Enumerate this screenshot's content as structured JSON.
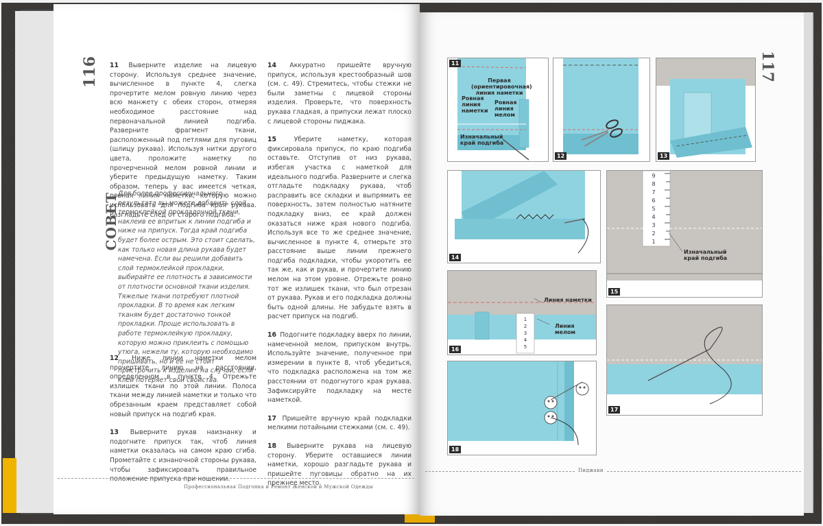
{
  "left_page": {
    "folio": "116",
    "paragraphs_col1": [
      {
        "num": "11",
        "text": "Выверните изделие на лицевую сторону. Используя среднее значение, вычисленное в пункте 4, слегка прочертите мелом ровную линию через всю манжету с обеих сторон, отмеряя необходимое расстояние над первоначальной линией подгиба. Разверните фрагмент ткани, расположенный под петлями для пуговиц (шлицу рукава). Используя нитки другого цвета, проложите наметку по прочерченной мелом ровной линии и уберите предыдущую наметку. Таким образом, теперь у вас имеется четкая, ровная линия наметки, которую можно использовать для подгиба края рукава. Разгладьте след от старого подгиба."
      },
      {
        "num": "12",
        "text": "Ниже линии наметки мелом прочертите линию на расстоянии, определенном в пункте 4. Отрежьте излишек ткани по этой линии. Полоса ткани между линией наметки и только что обрезанным краем представляет собой новый припуск на подгиб края."
      },
      {
        "num": "13",
        "text": "Выверните рукав наизнанку и подогните припуск так, чтоб линия наметки оказалась на самом краю сгиба. Прометайте с изнаночной стороны рукава, чтобы зафиксировать правильное положение припуска при ношении."
      }
    ],
    "sovet_label": "СОВЕТ",
    "sovet_text": "Для более профессионального результата вы можете добавить слой термоклейкой прокладочной ткани, наклеив ее впритык к линии подгиба и ниже на припуск. Тогда край подгиба будет более острым. Это стоит сделать, как только новая длина рукава будет намечена. Если вы решили добавить слой термоклейкой прокладки, выбирайте ее плотность в зависимости от плотности основной ткани изделия. Тяжелые ткани потребуют плотной прокладки. В то время как легким тканям будет достаточно тонкой прокладки. Проще использовать в работе термоклейкую прокладку, которую можно приклеить с помощью утюга, нежели ту, которую необходимо пришивать, но и ее не стоит пристрочить к изделию на случай, если клей потеряет свои свойства.",
    "paragraphs_col2": [
      {
        "num": "14",
        "text": "Аккуратно пришейте вручную припуск, используя крестообразный шов (см. с. 49). Стремитесь, чтобы стежки не были заметны с лицевой стороны изделия. Проверьте, что поверхность рукава гладкая, а припуски лежат плоско с лицевой стороны пиджака."
      },
      {
        "num": "15",
        "text": "Уберите наметку, которая фиксировала припуск, по краю подгиба оставьте. Отступив от низ рукава, избегая участка с наметкой для идеального подгиба. Разверните и слегка отгладьте подкладку рукава, чтоб расправить все складки и выпрямить ее поверхность, затем полностью натяните подкладку вниз, ее край должен оказаться ниже края нового подгиба. Используя все то же среднее значение, вычисленное в пункте 4, отмерьте это расстояние выше линии прежнего подгиба подкладки, чтобы укоротить ее так же, как и рукав, и прочертите линию мелом на этом уровне. Отрежьте ровно тот же излишек ткани, что был отрезан от рукава. Рукав и его подкладка должны быть одной длины. Не забудьте взять в расчет припуск на подгиб."
      },
      {
        "num": "16",
        "text": "Подогните подкладку вверх по линии, намеченной мелом, припуском внутрь. Используйте значение, полученное при измерении в пункте 8, чтоб убедиться, что подкладка расположена на том же расстоянии от подогнутого края рукава. Зафиксируйте подкладку на месте наметкой."
      },
      {
        "num": "17",
        "text": "Пришейте вручную край подкладки мелкими потайными стежками (см. с. 49)."
      },
      {
        "num": "18",
        "text": "Выверните рукава на лицевую сторону. Уберите оставшиеся линии наметки, хорошо разгладьте рукава и пришейте пуговицы обратно на их прежнее место."
      }
    ],
    "footer": "Профессиональная Подгонка и Ремонт Женской и Мужской Одежды"
  },
  "right_page": {
    "folio": "117",
    "footer": "Пиджаки",
    "figures": [
      {
        "num": "11",
        "labels": [
          "Первая (ориентировочная) линия наметки",
          "Ровная линия наметки",
          "Ровная линия мелом",
          "Изначальный край подгиба"
        ]
      },
      {
        "num": "12"
      },
      {
        "num": "13"
      },
      {
        "num": "14"
      },
      {
        "num": "15",
        "labels": [
          "Изначальный край подгиба"
        ],
        "ruler": [
          "9",
          "8",
          "7",
          "6",
          "5",
          "4",
          "3",
          "2",
          "1"
        ]
      },
      {
        "num": "16",
        "labels": [
          "Линия наметки",
          "Линия мелом"
        ],
        "ruler": [
          "1",
          "2",
          "3",
          "4",
          "5"
        ]
      },
      {
        "num": "17"
      },
      {
        "num": "18"
      }
    ]
  },
  "colors": {
    "fabric_blue": "#8fd3e0",
    "fabric_blue_dark": "#6fbfd0",
    "fabric_grey": "#c8c4bf",
    "seam_red": "#d46a6a"
  }
}
